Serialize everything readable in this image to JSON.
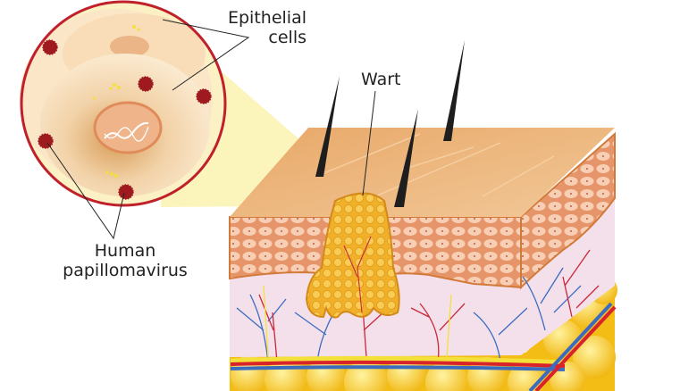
{
  "labels": {
    "epithelial_line1": "Epithelial",
    "epithelial_line2": "cells",
    "wart": "Wart",
    "hpv_line1": "Human",
    "hpv_line2": "papillomavirus"
  },
  "colors": {
    "circle_border": "#c0202a",
    "virus": "#9e1a1e",
    "skin_top": "#eab07a",
    "epidermis": "#e59a6e",
    "dermis": "#f4dfe8",
    "fat": "#f5c518",
    "wart": "#f2b62c",
    "artery": "#d8232a",
    "vein": "#3c6cc0",
    "nerve": "#f4e03a",
    "hair": "#1e1e1e",
    "zoom_beam": "#faf3b0"
  }
}
